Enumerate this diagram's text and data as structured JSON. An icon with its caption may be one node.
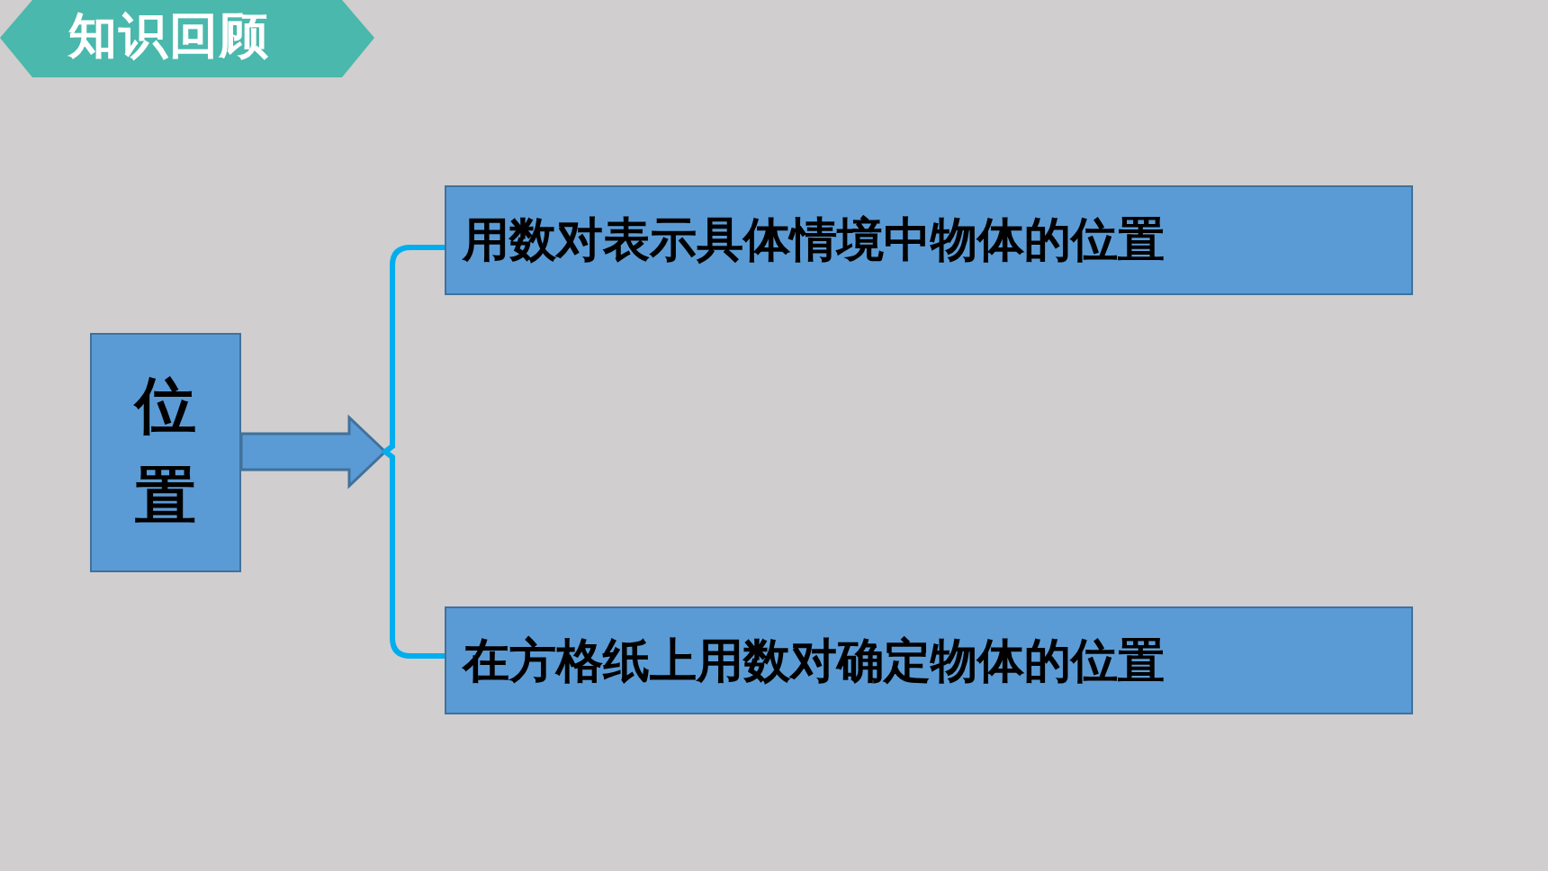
{
  "diagram": {
    "title": "知识回顾",
    "nodes": [
      {
        "text": [
          "位置"
        ]
      },
      {
        "text": [
          "用数对表示具体情境中物体的位置"
        ]
      },
      {
        "text": [
          "在方格纸上用数对确定物体的位置"
        ]
      },
      {
        "text": [],
        "shape": "bracket"
      }
    ],
    "edges": [
      {
        "from": 0,
        "to": 3,
        "arrow": "to"
      },
      {
        "from": 3,
        "to": 1,
        "arrow": "none"
      },
      {
        "from": 3,
        "to": 2,
        "arrow": "none"
      }
    ]
  }
}
